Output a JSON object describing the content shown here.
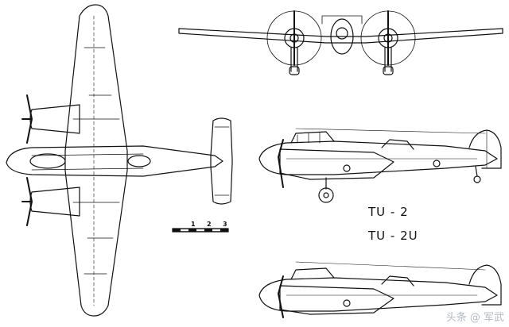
{
  "labels": {
    "model_1": "TU - 2",
    "model_2": "TU - 2U"
  },
  "scale_bar": {
    "ticks": [
      "1",
      "2",
      "3"
    ]
  },
  "watermark": {
    "text": "头条 @ 军武"
  },
  "colors": {
    "ink": "#111111",
    "paper": "#ffffff",
    "watermark": "#9aa3ad"
  }
}
